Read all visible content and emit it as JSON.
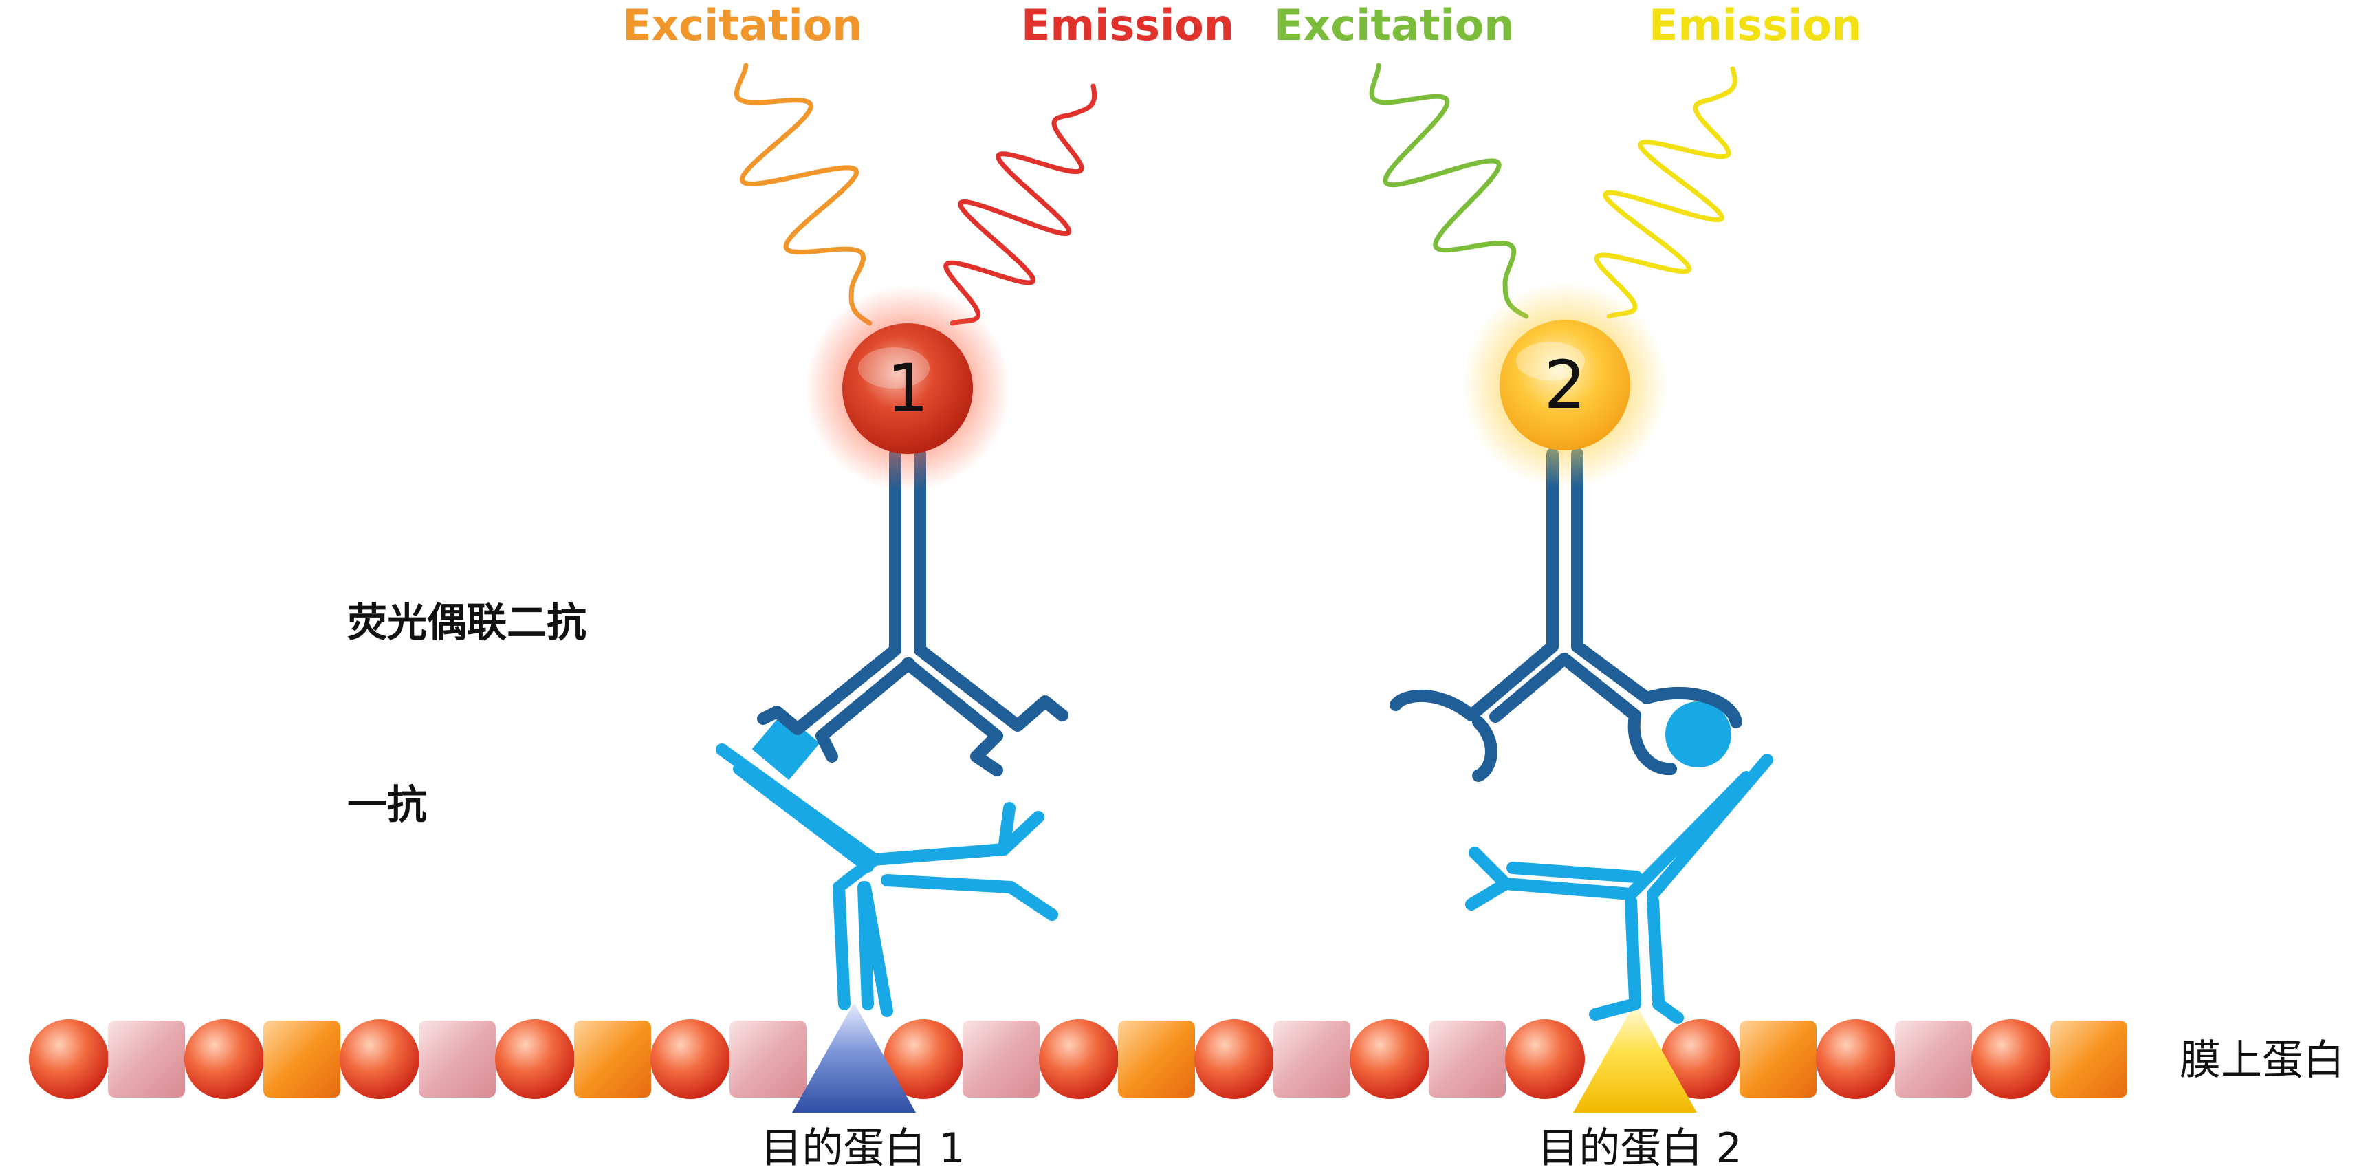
{
  "labels": {
    "excitation_1": "Excitation",
    "emission_1": "Emission",
    "excitation_2": "Excitation",
    "emission_2": "Emission",
    "secondary_antibody": "荧光偶联二抗",
    "primary_antibody": "一抗",
    "membrane_protein": "膜上蛋白",
    "target_protein_1": "目的蛋白 1",
    "target_protein_2": "目的蛋白 2",
    "fluorophore_1": "1",
    "fluorophore_2": "2"
  },
  "colors": {
    "excitation_1": "#F0962A",
    "emission_1": "#E0312B",
    "excitation_2": "#7BBD3A",
    "emission_2": "#F2E013",
    "secondary_antibody": "#1F5E96",
    "primary_antibody": "#18A8E6",
    "fluorophore_1": "#C8281A",
    "fluorophore_2": "#F5A81A",
    "target_protein_1": "#3E5FAE",
    "target_protein_2": "#F5C800"
  }
}
